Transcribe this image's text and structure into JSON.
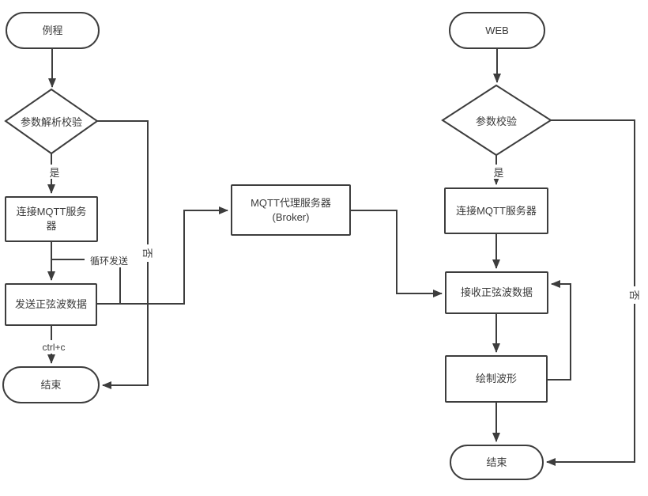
{
  "canvas": {
    "background": "#ffffff",
    "line_color": "#3d3d3d",
    "text_color": "#3a3a3a",
    "node_fill": "#ffffff"
  },
  "left_flow": {
    "start_label": "例程",
    "decision_label": "参数解析校验",
    "yes_label": "是",
    "no_label": "否",
    "connect_label": "连接MQTT服务器",
    "loop_edge_label": "循环发送",
    "send_label": "发送正弦波数据",
    "interrupt_edge_label": "ctrl+c",
    "end_label": "结束"
  },
  "broker": {
    "title": "MQTT代理服务器",
    "subtitle": "(Broker)"
  },
  "right_flow": {
    "start_label": "WEB",
    "decision_label": "参数校验",
    "yes_label": "是",
    "no_label": "否",
    "connect_label": "连接MQTT服务器",
    "receive_label": "接收正弦波数据",
    "draw_label": "绘制波形",
    "end_label": "结束"
  }
}
